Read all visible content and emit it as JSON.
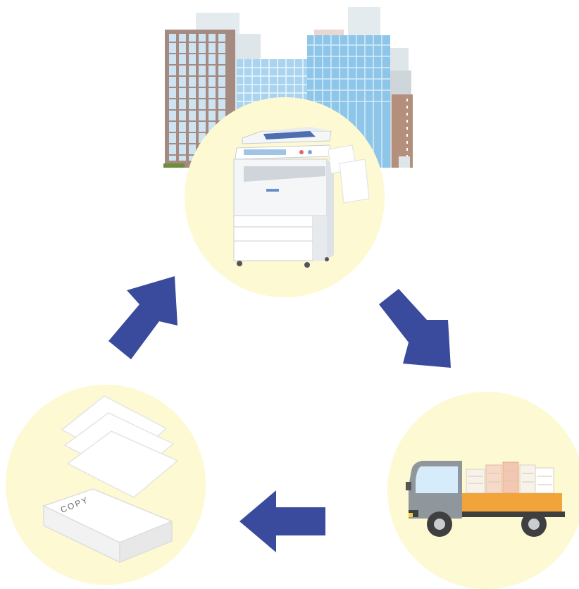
{
  "colors": {
    "background": "#ffffff",
    "circle_fill": "#fdf9d3",
    "arrow_blue": "#3a4a9c",
    "building_brown": "#a48a80",
    "building_blue": "#a9d3ef",
    "building_gray": "#d9e4ea",
    "truck_cab_gray": "#8f979c",
    "truck_bed_orange": "#f0a43a",
    "paper_white": "#ffffff"
  },
  "nodes": [
    {
      "name": "office-copier",
      "icon": "copier-icon"
    },
    {
      "name": "recycling-truck",
      "icon": "truck-icon"
    },
    {
      "name": "copy-paper",
      "icon": "paper-stack-icon"
    }
  ],
  "paper_pack": {
    "label": "COPY"
  },
  "arrows": [
    {
      "from": "office-copier",
      "to": "recycling-truck",
      "icon": "arrow-down-right-icon"
    },
    {
      "from": "recycling-truck",
      "to": "copy-paper",
      "icon": "arrow-left-icon"
    },
    {
      "from": "copy-paper",
      "to": "office-copier",
      "icon": "arrow-up-right-icon"
    }
  ]
}
